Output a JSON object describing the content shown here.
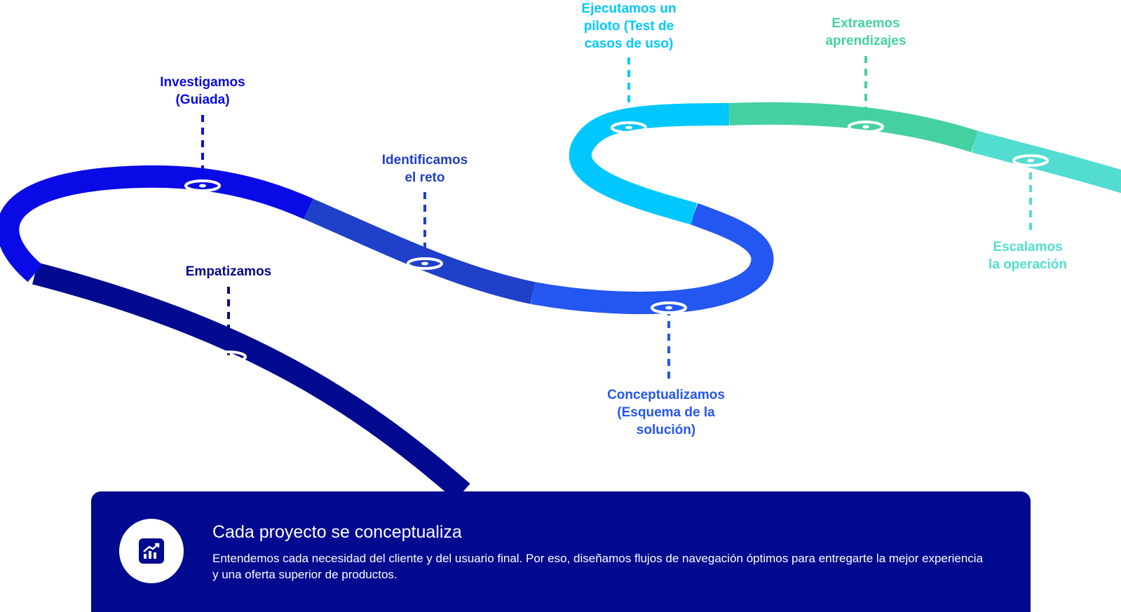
{
  "colors": {
    "navy": "#020a8f",
    "blue": "#0a0ae6",
    "mid_blue": "#1f40c8",
    "bright_blue": "#2456f2",
    "cyan": "#00c8ff",
    "green": "#45d19f",
    "teal": "#53ddd0",
    "white": "#ffffff"
  },
  "steps": [
    {
      "id": "empatizamos",
      "lines": [
        "Empatizamos"
      ],
      "color_key": "navy"
    },
    {
      "id": "investigamos",
      "lines": [
        "Investigamos",
        "(Guiada)"
      ],
      "color_key": "blue"
    },
    {
      "id": "identificamos",
      "lines": [
        "Identificamos",
        "el reto"
      ],
      "color_key": "mid_blue"
    },
    {
      "id": "conceptualizamos",
      "lines": [
        "Conceptualizamos",
        "(Esquema de la",
        "solución)"
      ],
      "color_key": "bright_blue"
    },
    {
      "id": "ejecutamos",
      "lines": [
        "Ejecutamos un",
        "piloto (Test de",
        "casos de uso)"
      ],
      "color_key": "cyan"
    },
    {
      "id": "extraemos",
      "lines": [
        "Extraemos",
        "aprendizajes"
      ],
      "color_key": "green"
    },
    {
      "id": "escalamos",
      "lines": [
        "Escalamos",
        "la operación"
      ],
      "color_key": "teal"
    }
  ],
  "card": {
    "icon": "chart-growth-icon",
    "title": "Cada proyecto se conceptualiza",
    "description": "Entendemos cada necesidad del cliente y del usuario final. Por eso, diseñamos flujos de navegación óptimos para entregarte la mejor experiencia y una oferta superior de productos."
  }
}
